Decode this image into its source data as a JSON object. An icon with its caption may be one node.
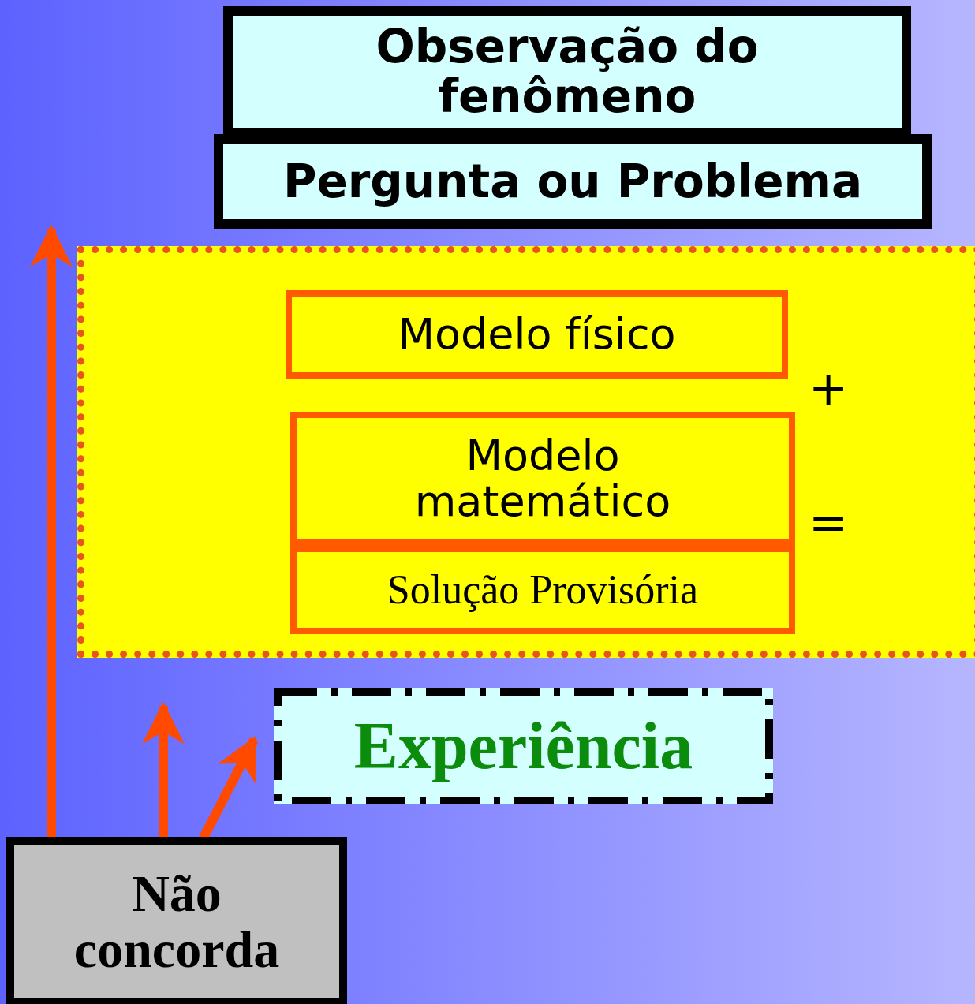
{
  "diagram": {
    "nodes": [
      {
        "text": [
          "Observação do fenômeno"
        ]
      },
      {
        "text": [
          "Pergunta ou Problema"
        ]
      },
      {
        "text": [],
        "shape": "box"
      },
      {
        "text": [
          "Modelo físico"
        ],
        "in": 2
      },
      {
        "text": [
          "Modelo matemático"
        ],
        "in": 2
      },
      {
        "text": [
          "Solução Provisória"
        ],
        "in": 2
      },
      {
        "text": [
          "Experiência"
        ]
      },
      {
        "text": [
          "Não concorda"
        ]
      }
    ],
    "edges": [
      {
        "from": 7,
        "to": 2,
        "arrow": "to"
      },
      {
        "from": 7,
        "to": 2,
        "arrow": "to"
      },
      {
        "from": 7,
        "to": 6,
        "arrow": "to"
      }
    ],
    "labels": [
      "+",
      "="
    ]
  }
}
